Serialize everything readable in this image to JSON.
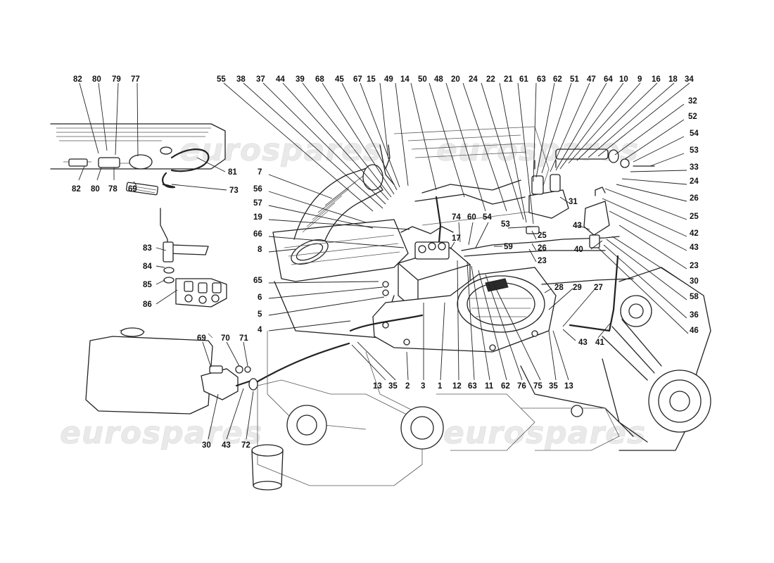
{
  "watermark": {
    "text": "eurospares"
  },
  "diagram": {
    "callouts": [
      {
        "id": "c82a",
        "text": "82"
      },
      {
        "id": "c80a",
        "text": "80"
      },
      {
        "id": "c79",
        "text": "79"
      },
      {
        "id": "c77",
        "text": "77"
      },
      {
        "id": "c81",
        "text": "81"
      },
      {
        "id": "c73",
        "text": "73"
      },
      {
        "id": "c82b",
        "text": "82"
      },
      {
        "id": "c80b",
        "text": "80"
      },
      {
        "id": "c78",
        "text": "78"
      },
      {
        "id": "c69a",
        "text": "69"
      },
      {
        "id": "c83",
        "text": "83"
      },
      {
        "id": "c84",
        "text": "84"
      },
      {
        "id": "c85",
        "text": "85"
      },
      {
        "id": "c86",
        "text": "86"
      },
      {
        "id": "c55",
        "text": "55"
      },
      {
        "id": "c38",
        "text": "38"
      },
      {
        "id": "c37",
        "text": "37"
      },
      {
        "id": "c44",
        "text": "44"
      },
      {
        "id": "c39",
        "text": "39"
      },
      {
        "id": "c68",
        "text": "68"
      },
      {
        "id": "c45",
        "text": "45"
      },
      {
        "id": "c67",
        "text": "67"
      },
      {
        "id": "c15",
        "text": "15"
      },
      {
        "id": "c49",
        "text": "49"
      },
      {
        "id": "c14",
        "text": "14"
      },
      {
        "id": "c50",
        "text": "50"
      },
      {
        "id": "c48",
        "text": "48"
      },
      {
        "id": "c20",
        "text": "20"
      },
      {
        "id": "c24a",
        "text": "24"
      },
      {
        "id": "c22",
        "text": "22"
      },
      {
        "id": "c21",
        "text": "21"
      },
      {
        "id": "c61",
        "text": "61"
      },
      {
        "id": "c63a",
        "text": "63"
      },
      {
        "id": "c62a",
        "text": "62"
      },
      {
        "id": "c51",
        "text": "51"
      },
      {
        "id": "c47",
        "text": "47"
      },
      {
        "id": "c64",
        "text": "64"
      },
      {
        "id": "c10",
        "text": "10"
      },
      {
        "id": "c9",
        "text": "9"
      },
      {
        "id": "c16",
        "text": "16"
      },
      {
        "id": "c18",
        "text": "18"
      },
      {
        "id": "c34",
        "text": "34"
      },
      {
        "id": "c32",
        "text": "32"
      },
      {
        "id": "c52",
        "text": "52"
      },
      {
        "id": "c54a",
        "text": "54"
      },
      {
        "id": "c53a",
        "text": "53"
      },
      {
        "id": "c33",
        "text": "33"
      },
      {
        "id": "c24b",
        "text": "24"
      },
      {
        "id": "c26a",
        "text": "26"
      },
      {
        "id": "c25a",
        "text": "25"
      },
      {
        "id": "c42",
        "text": "42"
      },
      {
        "id": "c43a",
        "text": "43"
      },
      {
        "id": "c23a",
        "text": "23"
      },
      {
        "id": "c30a",
        "text": "30"
      },
      {
        "id": "c58",
        "text": "58"
      },
      {
        "id": "c36",
        "text": "36"
      },
      {
        "id": "c46",
        "text": "46"
      },
      {
        "id": "c7",
        "text": "7"
      },
      {
        "id": "c56",
        "text": "56"
      },
      {
        "id": "c57",
        "text": "57"
      },
      {
        "id": "c19",
        "text": "19"
      },
      {
        "id": "c66",
        "text": "66"
      },
      {
        "id": "c8",
        "text": "8"
      },
      {
        "id": "c65",
        "text": "65"
      },
      {
        "id": "c6",
        "text": "6"
      },
      {
        "id": "c5",
        "text": "5"
      },
      {
        "id": "c4",
        "text": "4"
      },
      {
        "id": "c74",
        "text": "74"
      },
      {
        "id": "c60",
        "text": "60"
      },
      {
        "id": "c54b",
        "text": "54"
      },
      {
        "id": "c17",
        "text": "17"
      },
      {
        "id": "c53b",
        "text": "53"
      },
      {
        "id": "c25b",
        "text": "25"
      },
      {
        "id": "c26b",
        "text": "26"
      },
      {
        "id": "c59",
        "text": "59"
      },
      {
        "id": "c23b",
        "text": "23"
      },
      {
        "id": "c31",
        "text": "31"
      },
      {
        "id": "c43b",
        "text": "43"
      },
      {
        "id": "c40",
        "text": "40"
      },
      {
        "id": "c28",
        "text": "28"
      },
      {
        "id": "c29",
        "text": "29"
      },
      {
        "id": "c27",
        "text": "27"
      },
      {
        "id": "c43c",
        "text": "43"
      },
      {
        "id": "c41",
        "text": "41"
      },
      {
        "id": "c69b",
        "text": "69"
      },
      {
        "id": "c70",
        "text": "70"
      },
      {
        "id": "c71",
        "text": "71"
      },
      {
        "id": "c30b",
        "text": "30"
      },
      {
        "id": "c43d",
        "text": "43"
      },
      {
        "id": "c72",
        "text": "72"
      },
      {
        "id": "c13a",
        "text": "13"
      },
      {
        "id": "c35a",
        "text": "35"
      },
      {
        "id": "c2",
        "text": "2"
      },
      {
        "id": "c3",
        "text": "3"
      },
      {
        "id": "c1",
        "text": "1"
      },
      {
        "id": "c12",
        "text": "12"
      },
      {
        "id": "c63b",
        "text": "63"
      },
      {
        "id": "c11",
        "text": "11"
      },
      {
        "id": "c62b",
        "text": "62"
      },
      {
        "id": "c76",
        "text": "76"
      },
      {
        "id": "c75",
        "text": "75"
      },
      {
        "id": "c35b",
        "text": "35"
      },
      {
        "id": "c13b",
        "text": "13"
      }
    ]
  }
}
